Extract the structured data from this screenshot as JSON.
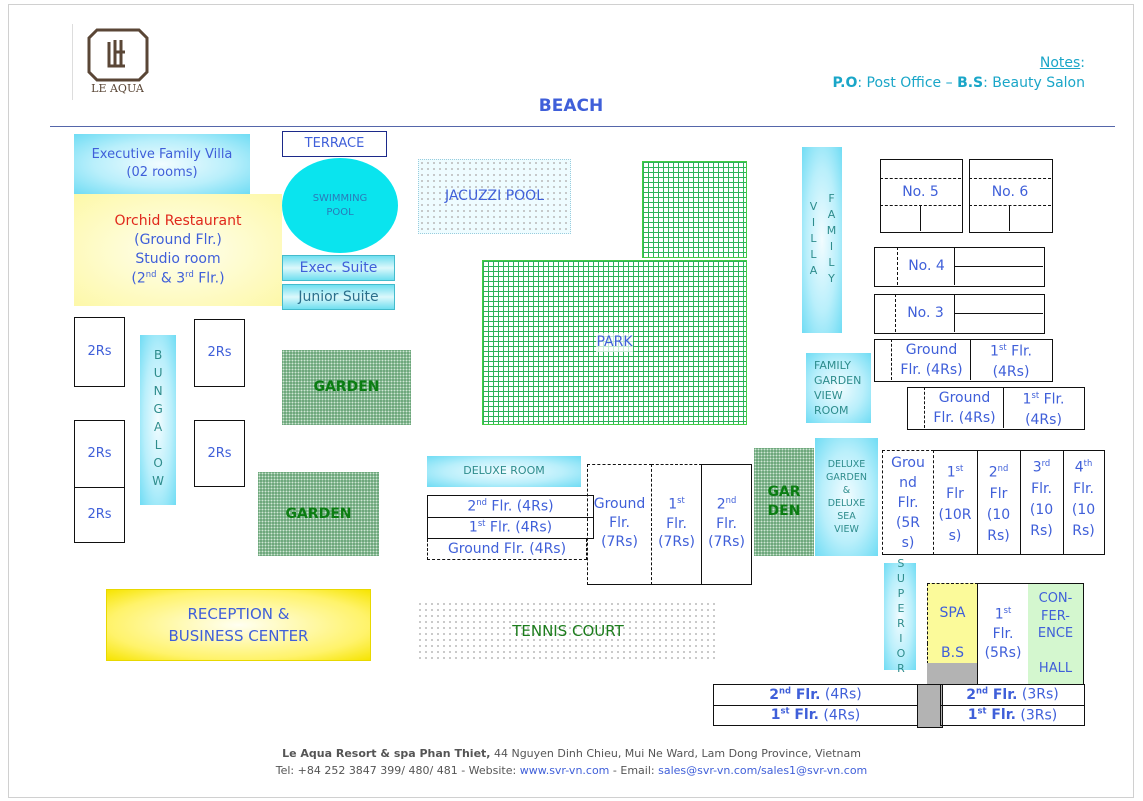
{
  "header": {
    "logo_text": "LE AQUA",
    "notes_label": "Notes",
    "notes_colon": ":",
    "po_abbr": "P.O",
    "po_text": ": Post Office – ",
    "bs_abbr": "B.S",
    "bs_text": ": Beauty Salon",
    "beach": "BEACH"
  },
  "areas": {
    "exec_villa": [
      "Executive Family Villa",
      "(02 rooms)"
    ],
    "restaurant": "Orchid Restaurant",
    "restaurant_floor": "(Ground Flr.)",
    "studio": "Studio room",
    "studio_floors": {
      "a": "(2",
      "a_sup": "nd",
      "b": " & 3",
      "b_sup": "rd",
      "c": " Flr.)"
    },
    "terrace": "TERRACE",
    "pool": [
      "SWIMMING",
      "POOL"
    ],
    "exec_suite": "Exec. Suite",
    "junior_suite": "Junior Suite",
    "jacuzzi": "JACUZZI POOL",
    "park": "PARK",
    "family_villa": "FAMILY VILLA",
    "no5": "No. 5",
    "no6": "No. 6",
    "no4": "No. 4",
    "no3": "No. 3",
    "ground_4rs": [
      "Ground",
      "Flr. (4Rs)"
    ],
    "first_4rs": {
      "n": "1",
      "sup": "st",
      "a": " Flr.",
      "b": "(4Rs)"
    },
    "family_garden": [
      "FAMILY",
      "GARDEN",
      "VIEW",
      "ROOM"
    ],
    "two_rs": "2Rs",
    "bungalow": "BUNGALOW",
    "garden": "GARDEN",
    "garden_split": [
      "GAR",
      "DEN"
    ],
    "deluxe_room": "DELUXE ROOM",
    "deluxe_floors": [
      {
        "n": "2",
        "sup": "nd",
        "rest": " Flr. (4Rs)"
      },
      {
        "n": "1",
        "sup": "st",
        "rest": " Flr. (4Rs)"
      },
      {
        "n": "",
        "sup": "",
        "rest": "Ground Flr. (4Rs)"
      }
    ],
    "seven": [
      {
        "n": "Ground",
        "sup": "",
        "rest": [
          "Flr.",
          "(7Rs)"
        ]
      },
      {
        "n": "1",
        "sup": "st",
        "rest": [
          "Flr.",
          "(7Rs)"
        ]
      },
      {
        "n": "2",
        "sup": "nd",
        "rest": [
          "Flr.",
          "(7Rs)"
        ]
      }
    ],
    "deluxe_garden_sea": [
      "DELUXE",
      "GARDEN",
      "&",
      "DELUXE",
      "SEA",
      "VIEW"
    ],
    "tall": [
      {
        "n": "",
        "sup": "",
        "rest": [
          "Grou",
          "nd",
          "Flr.",
          "(5R",
          "s)"
        ]
      },
      {
        "n": "1",
        "sup": "st",
        "rest": [
          "Flr",
          "(10R",
          "s)"
        ]
      },
      {
        "n": "2",
        "sup": "nd",
        "rest": [
          "Flr",
          "(10",
          "Rs)"
        ]
      },
      {
        "n": "3",
        "sup": "rd",
        "rest": [
          "Flr.",
          "(10",
          "Rs)"
        ]
      },
      {
        "n": "4",
        "sup": "th",
        "rest": [
          "Flr.",
          "(10",
          "Rs)"
        ]
      }
    ],
    "superior": "SUPERIOR",
    "spa": "SPA",
    "bs": "B.S",
    "spa_first": {
      "n": "1",
      "sup": "st",
      "rest": [
        "Flr.",
        "(5Rs)"
      ]
    },
    "conference": [
      "CON-",
      "FER-",
      "ENCE",
      "",
      "HALL"
    ],
    "bottom_left": [
      {
        "n": "2",
        "sup": "nd",
        "bold": " Flr.",
        "rest": " (4Rs)"
      },
      {
        "n": "1",
        "sup": "st",
        "bold": " Flr.",
        "rest": " (4Rs)"
      }
    ],
    "bottom_right": [
      {
        "n": "2",
        "sup": "nd",
        "bold": " Flr.",
        "rest": " (3Rs)"
      },
      {
        "n": "1",
        "sup": "st",
        "bold": " Flr.",
        "rest": " (3Rs)"
      }
    ],
    "reception": [
      "RECEPTION &",
      "BUSINESS CENTER"
    ],
    "tennis": "TENNIS COURT"
  },
  "footer": {
    "name": "Le Aqua Resort & spa Phan Thiet,",
    "address": " 44 Nguyen Dinh Chieu, Mui Ne Ward, Lam Dong Province, Vietnam",
    "tel": "Tel: +84 252 3847 399/ 480/ 481 - Website: ",
    "website": "www.svr-vn.com",
    "email_label": " - Email: ",
    "email": "sales@svr-vn.com/sales1@svr-vn.com"
  }
}
